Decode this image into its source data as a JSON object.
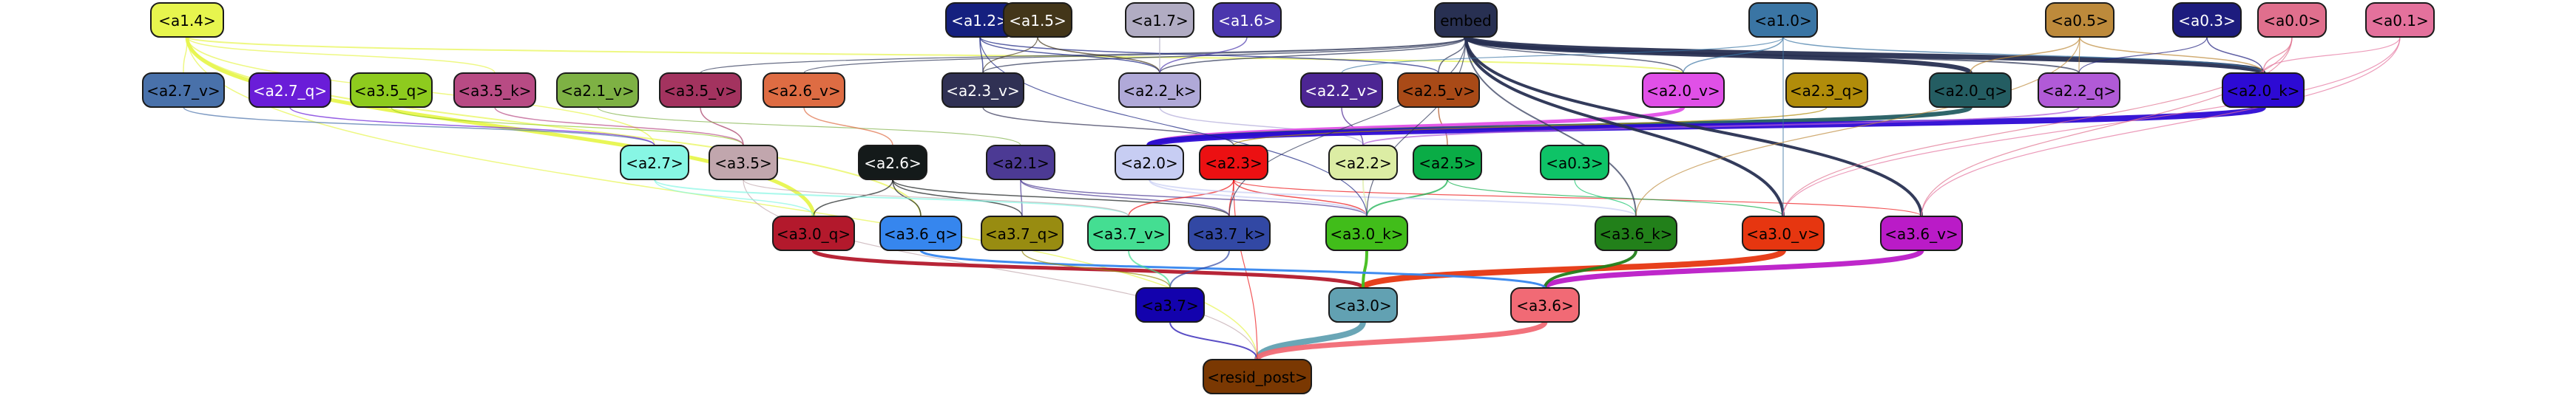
{
  "nodes": [
    {
      "id": "a1.4",
      "label": "<a1.4>",
      "color": "#e7f54e",
      "text": "#000000"
    },
    {
      "id": "a1.2",
      "label": "<a1.2>",
      "color": "#15207f",
      "text": "#ffffff"
    },
    {
      "id": "a1.5",
      "label": "<a1.5>",
      "color": "#433619",
      "text": "#ffffff"
    },
    {
      "id": "a1.7",
      "label": "<a1.7>",
      "color": "#b1acc3",
      "text": "#000000"
    },
    {
      "id": "a1.6",
      "label": "<a1.6>",
      "color": "#4a36ad",
      "text": "#ffffff"
    },
    {
      "id": "embed",
      "label": "embed",
      "color": "#283052",
      "text": "#000000"
    },
    {
      "id": "a1.0",
      "label": "<a1.0>",
      "color": "#3a75a4",
      "text": "#000000"
    },
    {
      "id": "a0.5",
      "label": "<a0.5>",
      "color": "#bd8a3b",
      "text": "#000000"
    },
    {
      "id": "a0.3",
      "label": "<a0.3>",
      "color": "#1d1c7e",
      "text": "#ffffff"
    },
    {
      "id": "a0.0",
      "label": "<a0.0>",
      "color": "#e06f8d",
      "text": "#000000"
    },
    {
      "id": "a0.1",
      "label": "<a0.1>",
      "color": "#e4719c",
      "text": "#000000"
    },
    {
      "id": "a2.7_v",
      "label": "<a2.7_v>",
      "color": "#4971aa",
      "text": "#000000"
    },
    {
      "id": "a2.7_q",
      "label": "<a2.7_q>",
      "color": "#6a1dd8",
      "text": "#ffffff"
    },
    {
      "id": "a3.5_q",
      "label": "<a3.5_q>",
      "color": "#8ecb1e",
      "text": "#000000"
    },
    {
      "id": "a3.5_k",
      "label": "<a3.5_k>",
      "color": "#b84b84",
      "text": "#000000"
    },
    {
      "id": "a2.1_v",
      "label": "<a2.1_v>",
      "color": "#7eb144",
      "text": "#000000"
    },
    {
      "id": "a3.5_v",
      "label": "<a3.5_v>",
      "color": "#a3335f",
      "text": "#000000"
    },
    {
      "id": "a2.6_v",
      "label": "<a2.6_v>",
      "color": "#de6c43",
      "text": "#000000"
    },
    {
      "id": "a2.3_v",
      "label": "<a2.3_v>",
      "color": "#303154",
      "text": "#ffffff"
    },
    {
      "id": "a2.2_k",
      "label": "<a2.2_k>",
      "color": "#b0a9d8",
      "text": "#000000"
    },
    {
      "id": "a2.2_v",
      "label": "<a2.2_v>",
      "color": "#4c2593",
      "text": "#ffffff"
    },
    {
      "id": "a2.5_v",
      "label": "<a2.5_v>",
      "color": "#a94a17",
      "text": "#000000"
    },
    {
      "id": "a2.0_v",
      "label": "<a2.0_v>",
      "color": "#e050e7",
      "text": "#000000"
    },
    {
      "id": "a2.3_q",
      "label": "<a2.3_q>",
      "color": "#b18c0a",
      "text": "#000000"
    },
    {
      "id": "a2.0_q",
      "label": "<a2.0_q>",
      "color": "#245d62",
      "text": "#000000"
    },
    {
      "id": "a2.2_q",
      "label": "<a2.2_q>",
      "color": "#b15ad7",
      "text": "#000000"
    },
    {
      "id": "a2.0_k",
      "label": "<a2.0_k>",
      "color": "#2d0ad4",
      "text": "#000000"
    },
    {
      "id": "a2.7",
      "label": "<a2.7>",
      "color": "#87f6e4",
      "text": "#000000"
    },
    {
      "id": "a3.5",
      "label": "<a3.5>",
      "color": "#c1a6ad",
      "text": "#000000"
    },
    {
      "id": "a2.6",
      "label": "<a2.6>",
      "color": "#141a1a",
      "text": "#ffffff"
    },
    {
      "id": "a2.1",
      "label": "<a2.1>",
      "color": "#4c3a94",
      "text": "#000000"
    },
    {
      "id": "a2.0",
      "label": "<a2.0>",
      "color": "#c7cdf3",
      "text": "#000000"
    },
    {
      "id": "a2.3",
      "label": "<a2.3>",
      "color": "#ec1012",
      "text": "#000000"
    },
    {
      "id": "a2.2",
      "label": "<a2.2>",
      "color": "#dceda4",
      "text": "#000000"
    },
    {
      "id": "a2.5",
      "label": "<a2.5>",
      "color": "#0aac46",
      "text": "#000000"
    },
    {
      "id": "a0.3_lower",
      "label": "<a0.3>",
      "color": "#0ec367",
      "text": "#000000"
    },
    {
      "id": "a3.0_q",
      "label": "<a3.0_q>",
      "color": "#b3192c",
      "text": "#000000"
    },
    {
      "id": "a3.6_q",
      "label": "<a3.6_q>",
      "color": "#3686ee",
      "text": "#000000"
    },
    {
      "id": "a3.7_q",
      "label": "<a3.7_q>",
      "color": "#988c11",
      "text": "#000000"
    },
    {
      "id": "a3.7_v",
      "label": "<a3.7_v>",
      "color": "#44de92",
      "text": "#000000"
    },
    {
      "id": "a3.7_k",
      "label": "<a3.7_k>",
      "color": "#3248a4",
      "text": "#000000"
    },
    {
      "id": "a3.0_k",
      "label": "<a3.0_k>",
      "color": "#41bd1a",
      "text": "#000000"
    },
    {
      "id": "a3.6_k",
      "label": "<a3.6_k>",
      "color": "#22801a",
      "text": "#000000"
    },
    {
      "id": "a3.0_v",
      "label": "<a3.0_v>",
      "color": "#e63610",
      "text": "#000000"
    },
    {
      "id": "a3.6_v",
      "label": "<a3.6_v>",
      "color": "#ba1bc7",
      "text": "#000000"
    },
    {
      "id": "a3.0",
      "label": "<a3.0>",
      "color": "#62a1b2",
      "text": "#000000"
    },
    {
      "id": "a3.6",
      "label": "<a3.6>",
      "color": "#f16a75",
      "text": "#000000"
    },
    {
      "id": "a3.7",
      "label": "<a3.7>",
      "color": "#1302ad",
      "text": "#000000"
    },
    {
      "id": "resid_post",
      "label": "<resid_post>",
      "color": "#7a3802",
      "text": "#000000"
    }
  ],
  "edges": [
    {
      "from": "a3.0",
      "to": "resid_post",
      "color": "#62a1b2",
      "width": 8
    },
    {
      "from": "a3.6",
      "to": "resid_post",
      "color": "#f16a75",
      "width": 7
    },
    {
      "from": "a3.7",
      "to": "resid_post",
      "color": "#1302ad",
      "width": 2
    },
    {
      "from": "a1.4",
      "to": "resid_post",
      "color": "#e7f54e",
      "width": 1.5
    },
    {
      "from": "a3.5",
      "to": "resid_post",
      "color": "#c1a6ad",
      "width": 1.2
    },
    {
      "from": "a2.3",
      "to": "resid_post",
      "color": "#ec1012",
      "width": 1.2
    },
    {
      "from": "a3.0_q",
      "to": "a3.0",
      "color": "#b3192c",
      "width": 5
    },
    {
      "from": "a3.0_v",
      "to": "a3.0",
      "color": "#e63610",
      "width": 8
    },
    {
      "from": "a3.0_k",
      "to": "a3.0",
      "color": "#41bd1a",
      "width": 4
    },
    {
      "from": "a3.6_v",
      "to": "a3.6",
      "color": "#ba1bc7",
      "width": 7
    },
    {
      "from": "a3.6_k",
      "to": "a3.6",
      "color": "#22801a",
      "width": 4
    },
    {
      "from": "a3.6_q",
      "to": "a3.6",
      "color": "#3686ee",
      "width": 3
    },
    {
      "from": "a3.7_v",
      "to": "a3.7",
      "color": "#44de92",
      "width": 2
    },
    {
      "from": "a3.7_k",
      "to": "a3.7",
      "color": "#3248a4",
      "width": 2
    },
    {
      "from": "a3.7_q",
      "to": "a3.7",
      "color": "#988c11",
      "width": 1.5
    },
    {
      "from": "a1.4",
      "to": "a3.0_q",
      "color": "#e7f54e",
      "width": 5
    },
    {
      "from": "a1.4",
      "to": "a3.6_q",
      "color": "#e7f54e",
      "width": 2
    },
    {
      "from": "a1.4",
      "to": "a2.7",
      "color": "#e7f54e",
      "width": 1.5
    },
    {
      "from": "a1.4",
      "to": "a2.7_v",
      "color": "#e7f54e",
      "width": 1.5
    },
    {
      "from": "a1.4",
      "to": "a2.0_v",
      "color": "#e7f54e",
      "width": 2
    },
    {
      "from": "a1.4",
      "to": "a3.5_k",
      "color": "#e7f54e",
      "width": 1.5
    },
    {
      "from": "a2.6",
      "to": "a3.0_q",
      "color": "#141a1a",
      "width": 1.5
    },
    {
      "from": "a2.6",
      "to": "a3.7_k",
      "color": "#141a1a",
      "width": 1.5
    },
    {
      "from": "a2.6",
      "to": "a3.6_q",
      "color": "#141a1a",
      "width": 1.5
    },
    {
      "from": "a2.6",
      "to": "a3.7_q",
      "color": "#141a1a",
      "width": 1.5
    },
    {
      "from": "a2.1",
      "to": "a3.7_k",
      "color": "#4c3a94",
      "width": 1.5
    },
    {
      "from": "a2.1",
      "to": "a3.7_q",
      "color": "#4c3a94",
      "width": 1.5
    },
    {
      "from": "a2.1",
      "to": "a3.0_k",
      "color": "#4c3a94",
      "width": 1.5
    },
    {
      "from": "a2.3",
      "to": "a3.7_v",
      "color": "#ec1012",
      "width": 1.5
    },
    {
      "from": "a2.3",
      "to": "a3.7_k",
      "color": "#ec1012",
      "width": 1.5
    },
    {
      "from": "a2.3",
      "to": "a3.0_k",
      "color": "#ec1012",
      "width": 1.5
    },
    {
      "from": "a2.3",
      "to": "a3.6_v",
      "color": "#ec1012",
      "width": 1.2
    },
    {
      "from": "a2.2",
      "to": "a3.0_k",
      "color": "#dceda4",
      "width": 2
    },
    {
      "from": "a2.5",
      "to": "a3.0_k",
      "color": "#0aac46",
      "width": 2
    },
    {
      "from": "a2.5",
      "to": "a3.0_v",
      "color": "#0aac46",
      "width": 1.2
    },
    {
      "from": "a2.0",
      "to": "a3.0_k",
      "color": "#c7cdf3",
      "width": 2
    },
    {
      "from": "a2.0",
      "to": "a3.6_k",
      "color": "#c7cdf3",
      "width": 2
    },
    {
      "from": "a0.3_lower",
      "to": "a3.6_k",
      "color": "#0ec367",
      "width": 1.2
    },
    {
      "from": "a2.7",
      "to": "a3.7_v",
      "color": "#87f6e4",
      "width": 2
    },
    {
      "from": "a2.7",
      "to": "a3.0_q",
      "color": "#87f6e4",
      "width": 1.5
    },
    {
      "from": "a3.5",
      "to": "a3.7_v",
      "color": "#c1a6ad",
      "width": 1.2
    },
    {
      "from": "a2.7_v",
      "to": "a2.7",
      "color": "#4971aa",
      "width": 1.5
    },
    {
      "from": "a2.7_q",
      "to": "a2.7",
      "color": "#6a1dd8",
      "width": 1.5
    },
    {
      "from": "a3.5_q",
      "to": "a3.5",
      "color": "#8ecb1e",
      "width": 1.2
    },
    {
      "from": "a3.5_k",
      "to": "a3.5",
      "color": "#b84b84",
      "width": 1.5
    },
    {
      "from": "a3.5_v",
      "to": "a3.5",
      "color": "#a3335f",
      "width": 1.5
    },
    {
      "from": "a2.1_v",
      "to": "a2.1",
      "color": "#7eb144",
      "width": 1.2
    },
    {
      "from": "a2.6_v",
      "to": "a2.6",
      "color": "#de6c43",
      "width": 1.5
    },
    {
      "from": "a2.3_v",
      "to": "a2.3",
      "color": "#303154",
      "width": 1.5
    },
    {
      "from": "a2.2_k",
      "to": "a2.2",
      "color": "#b0a9d8",
      "width": 1.5
    },
    {
      "from": "a2.2_v",
      "to": "a2.2",
      "color": "#4c2593",
      "width": 1.5
    },
    {
      "from": "a2.5_v",
      "to": "a2.5",
      "color": "#a94a17",
      "width": 1.5
    },
    {
      "from": "a2.0_v",
      "to": "a2.0",
      "color": "#e050e7",
      "width": 5
    },
    {
      "from": "a2.0_q",
      "to": "a2.0",
      "color": "#245d62",
      "width": 6
    },
    {
      "from": "a2.0_k",
      "to": "a2.0",
      "color": "#2d0ad4",
      "width": 8
    },
    {
      "from": "a2.2_q",
      "to": "a2.2",
      "color": "#b15ad7",
      "width": 2
    },
    {
      "from": "a2.3_q",
      "to": "a2.3",
      "color": "#b18c0a",
      "width": 1.5
    },
    {
      "from": "embed",
      "to": "a2.0_k",
      "color": "#283052",
      "width": 7
    },
    {
      "from": "embed",
      "to": "a2.0_q",
      "color": "#283052",
      "width": 6
    },
    {
      "from": "embed",
      "to": "a3.0_v",
      "color": "#283052",
      "width": 4
    },
    {
      "from": "embed",
      "to": "a3.6_v",
      "color": "#283052",
      "width": 4
    },
    {
      "from": "embed",
      "to": "a3.6_k",
      "color": "#283052",
      "width": 2
    },
    {
      "from": "embed",
      "to": "a2.2_q",
      "color": "#283052",
      "width": 2
    },
    {
      "from": "embed",
      "to": "a2.5_v",
      "color": "#283052",
      "width": 1.5
    },
    {
      "from": "embed",
      "to": "a2.3_v",
      "color": "#283052",
      "width": 1.5
    },
    {
      "from": "embed",
      "to": "a2.2_k",
      "color": "#283052",
      "width": 1.5
    },
    {
      "from": "embed",
      "to": "a2.6_v",
      "color": "#283052",
      "width": 1.2
    },
    {
      "from": "embed",
      "to": "a3.0_k",
      "color": "#283052",
      "width": 1.2
    },
    {
      "from": "embed",
      "to": "a3.7_k",
      "color": "#283052",
      "width": 1.2
    },
    {
      "from": "embed",
      "to": "a3.5_v",
      "color": "#283052",
      "width": 1.2
    },
    {
      "from": "embed",
      "to": "a2.0_v",
      "color": "#283052",
      "width": 1.5
    },
    {
      "from": "a1.2",
      "to": "a2.3_v",
      "color": "#15207f",
      "width": 1.5
    },
    {
      "from": "a1.2",
      "to": "a2.2_k",
      "color": "#15207f",
      "width": 1.5
    },
    {
      "from": "a1.2",
      "to": "a2.5_v",
      "color": "#15207f",
      "width": 1.5
    },
    {
      "from": "a1.2",
      "to": "a3.0_k",
      "color": "#15207f",
      "width": 1.2
    },
    {
      "from": "a1.5",
      "to": "a2.2_k",
      "color": "#433619",
      "width": 1.5
    },
    {
      "from": "a1.5",
      "to": "a2.3_v",
      "color": "#433619",
      "width": 1.2
    },
    {
      "from": "a1.7",
      "to": "a2.2_k",
      "color": "#b1acc3",
      "width": 1.5
    },
    {
      "from": "a1.6",
      "to": "a2.2_k",
      "color": "#4a36ad",
      "width": 1.5
    },
    {
      "from": "a1.0",
      "to": "a2.0_v",
      "color": "#3a75a4",
      "width": 1.5
    },
    {
      "from": "a1.0",
      "to": "a2.0_k",
      "color": "#3a75a4",
      "width": 1.5
    },
    {
      "from": "a1.0",
      "to": "a3.0_v",
      "color": "#3a75a4",
      "width": 1.2
    },
    {
      "from": "a1.0",
      "to": "a2.2_v",
      "color": "#3a75a4",
      "width": 1.2
    },
    {
      "from": "a0.5",
      "to": "a2.0_k",
      "color": "#bd8a3b",
      "width": 1.5
    },
    {
      "from": "a0.5",
      "to": "a2.0_q",
      "color": "#bd8a3b",
      "width": 1.5
    },
    {
      "from": "a0.5",
      "to": "a2.2_q",
      "color": "#bd8a3b",
      "width": 1.2
    },
    {
      "from": "a0.5",
      "to": "a3.6_k",
      "color": "#bd8a3b",
      "width": 1.2
    },
    {
      "from": "a0.3",
      "to": "a2.0_k",
      "color": "#1d1c7e",
      "width": 1.5
    },
    {
      "from": "a0.3",
      "to": "a2.2_q",
      "color": "#1d1c7e",
      "width": 1.2
    },
    {
      "from": "a0.0",
      "to": "a2.0_k",
      "color": "#e06f8d",
      "width": 1.5
    },
    {
      "from": "a0.0",
      "to": "a3.0_v",
      "color": "#e06f8d",
      "width": 1.2
    },
    {
      "from": "a0.0",
      "to": "a3.6_v",
      "color": "#e06f8d",
      "width": 1.2
    },
    {
      "from": "a0.1",
      "to": "a3.6_v",
      "color": "#e4719c",
      "width": 1.2
    },
    {
      "from": "a0.1",
      "to": "a2.0_k",
      "color": "#e4719c",
      "width": 1.2
    },
    {
      "from": "a0.1",
      "to": "a3.0_v",
      "color": "#e4719c",
      "width": 1.2
    }
  ]
}
